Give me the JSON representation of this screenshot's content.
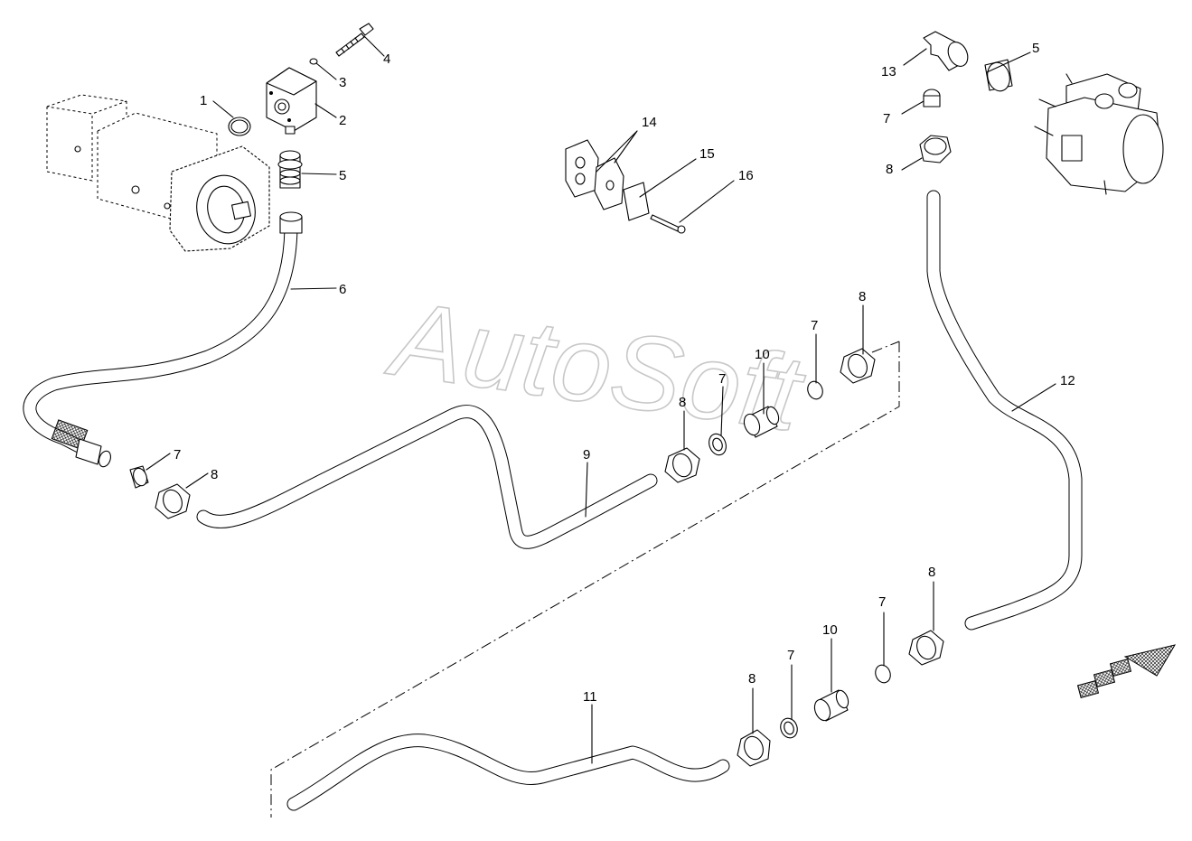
{
  "watermark": "AutoSoft",
  "callouts": {
    "c1": "1",
    "c2": "2",
    "c3": "3",
    "c4": "4",
    "c5a": "5",
    "c5b": "5",
    "c6": "6",
    "c7a": "7",
    "c7b": "7",
    "c7c": "7",
    "c7d": "7",
    "c7e": "7",
    "c7f": "7",
    "c8a": "8",
    "c8b": "8",
    "c8c": "8",
    "c8d": "8",
    "c8e": "8",
    "c8f": "8",
    "c9": "9",
    "c10a": "10",
    "c10b": "10",
    "c11": "11",
    "c12": "12",
    "c13": "13",
    "c14": "14",
    "c15": "15",
    "c16": "16"
  },
  "colors": {
    "line": "#000000",
    "watermark": "#c8c8c8",
    "background": "#ffffff"
  }
}
